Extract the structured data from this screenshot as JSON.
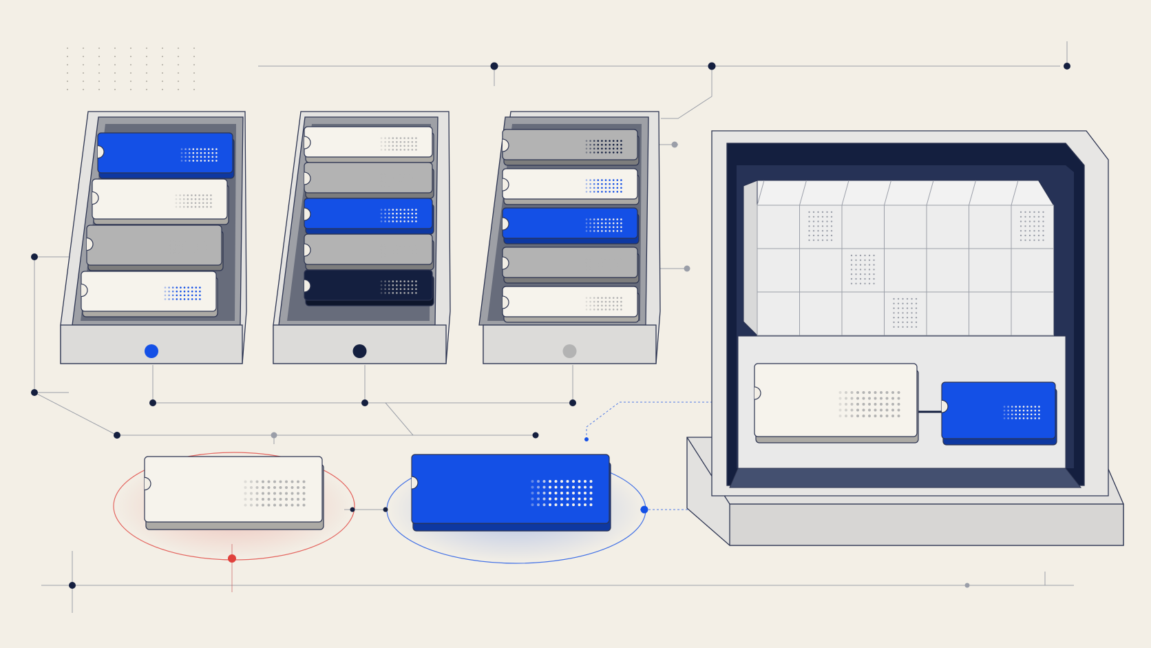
{
  "palette": {
    "background": "#f3efe6",
    "outline": "#2b3350",
    "navy": "#141f3f",
    "blue": "#1450e6",
    "cream": "#f6f3ec",
    "gray": "#b3b3b3",
    "accent_red": "#e0413c",
    "line": "#7d8493"
  },
  "trays": [
    {
      "indicator": "blue",
      "tokens": [
        {
          "color": "blue",
          "dots": "cream"
        },
        {
          "color": "cream",
          "dots": "gray"
        },
        {
          "color": "gray",
          "dots": "gray"
        },
        {
          "color": "cream",
          "dots": "blue"
        }
      ]
    },
    {
      "indicator": "navy",
      "tokens": [
        {
          "color": "cream",
          "dots": "gray"
        },
        {
          "color": "gray",
          "dots": "gray"
        },
        {
          "color": "blue",
          "dots": "cream"
        },
        {
          "color": "gray",
          "dots": "gray"
        },
        {
          "color": "navy",
          "dots": "gray"
        }
      ]
    },
    {
      "indicator": "gray",
      "tokens": [
        {
          "color": "gray",
          "dots": "navy"
        },
        {
          "color": "cream",
          "dots": "blue"
        },
        {
          "color": "blue",
          "dots": "cream"
        },
        {
          "color": "gray",
          "dots": "gray"
        },
        {
          "color": "cream",
          "dots": "gray"
        }
      ]
    }
  ],
  "selection": [
    {
      "color": "cream",
      "ring": "accent_red",
      "dots": "gray"
    },
    {
      "color": "blue",
      "ring": "blue",
      "dots": "cream"
    }
  ],
  "machine": {
    "grid_rows": 3,
    "grid_cols": 7,
    "dotted_cells": [
      [
        0,
        1
      ],
      [
        0,
        6
      ],
      [
        1,
        2
      ],
      [
        2,
        3
      ]
    ],
    "output_tokens": [
      {
        "color": "cream",
        "dots": "gray"
      },
      {
        "color": "blue",
        "dots": "cream"
      }
    ]
  }
}
